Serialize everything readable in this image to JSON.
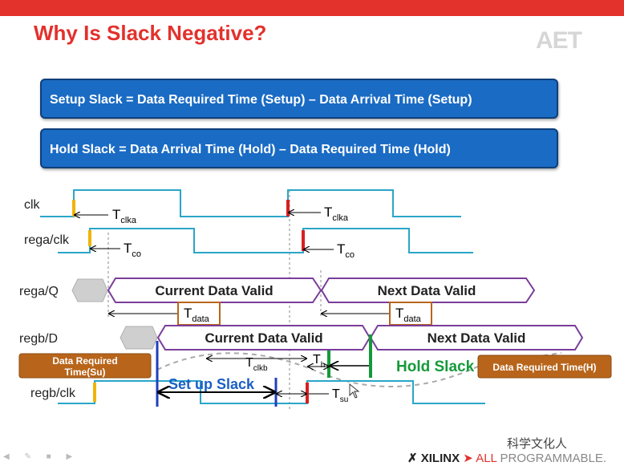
{
  "slide": {
    "title": "Why Is Slack Negative?",
    "logo_text": "AET",
    "formulas": [
      "Setup Slack = Data Required Time (Setup) – Data Arrival Time (Setup)",
      "Hold Slack = Data Arrival Time (Hold) – Data Required Time (Hold)"
    ],
    "footer": {
      "xilinx": "XILINX",
      "all": "ALL",
      "programmable": "PROGRAMMABLE."
    },
    "watermark": "科学文化人"
  },
  "diagram": {
    "signals": [
      "clk",
      "rega/clk",
      "rega/Q",
      "regb/D",
      "regb/clk"
    ],
    "bus_labels": {
      "current": "Current Data Valid",
      "next": "Next Data Valid"
    },
    "annotations": {
      "tclka": "T",
      "tclka_sub": "clka",
      "tco": "T",
      "tco_sub": "co",
      "tdata": "T",
      "tdata_sub": "data",
      "tclkb": "T",
      "tclkb_sub": "clkb",
      "th": "T",
      "th_sub": "h",
      "tsu": "T",
      "tsu_sub": "su",
      "setup_slack": "Set up Slack",
      "hold_slack": "Hold Slack",
      "req_su_line1": "Data Required",
      "req_su_line2": "Time(Su)",
      "req_h": "Data Required Time(H)"
    },
    "colors": {
      "waveform": "#2aa6c9",
      "bus_border": "#7a3d9a",
      "edge_red": "#d62020",
      "edge_yellow": "#f0b400",
      "marker_blue": "#1f3fbf",
      "marker_green": "#159a3a",
      "brown_box": "#b8651b",
      "tdata_box_border": "#b8651b",
      "setup_text": "#1a5fc6",
      "hold_text": "#159a3a"
    }
  }
}
